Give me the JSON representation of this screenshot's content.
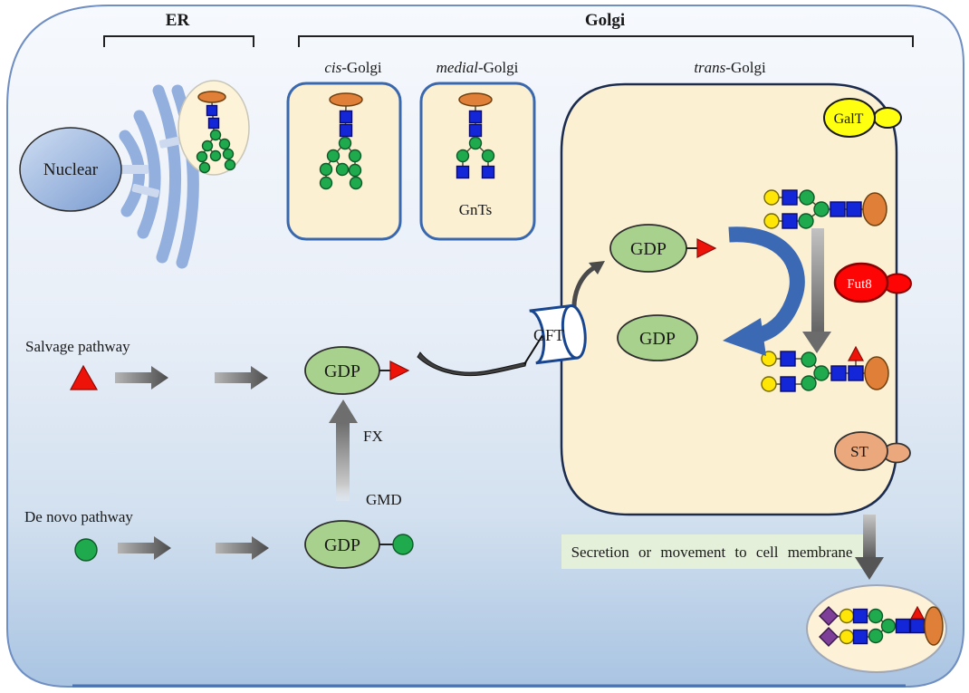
{
  "labels": {
    "er": "ER",
    "golgi": "Golgi",
    "cis_prefix": "cis",
    "medial_prefix": "medial",
    "trans_prefix": "trans",
    "golgi_suffix": "-Golgi",
    "nuclear": "Nuclear",
    "gnts": "GnTs",
    "galt": "GalT",
    "fut8": "Fut8",
    "st": "ST",
    "gft": "GFT",
    "fx": "FX",
    "gmd": "GMD",
    "gdp": "GDP",
    "salvage": "Salvage pathway",
    "de_novo": "De novo pathway",
    "secretion": "Secretion or movement to cell membrane"
  },
  "icons": {
    "fucose-icon": "red triangle",
    "mannose-icon": "green circle",
    "glcnac-icon": "blue square",
    "galactose-icon": "yellow circle",
    "sialic-acid-icon": "purple diamond",
    "protein-icon": "orange ellipse",
    "gft-transporter-icon": "membrane cylinder",
    "arrow-icon": "gray gradient arrow"
  },
  "colors": {
    "organelle-fill": "#fcf0d3",
    "cisbox-border": "#3a68ae",
    "trans-border": "#1c2c4e",
    "cell-border": "#6f8ec2",
    "er-arc": "#93afdd",
    "gdp-fill": "#a9d18e",
    "fucose-red": "#ee1309",
    "mannose-green": "#1faa4e",
    "glcnac-blue": "#1427d8",
    "galactose-yellow": "#ffe607",
    "sialic-purple": "#7d3f98",
    "protein-orange": "#e08038",
    "galt-yellow": "#ffff10",
    "fut8-red": "#fd0505",
    "st-salmon": "#eca87d",
    "secretion-bg": "#e5f0da",
    "blue-arrow": "#3b69b4"
  }
}
